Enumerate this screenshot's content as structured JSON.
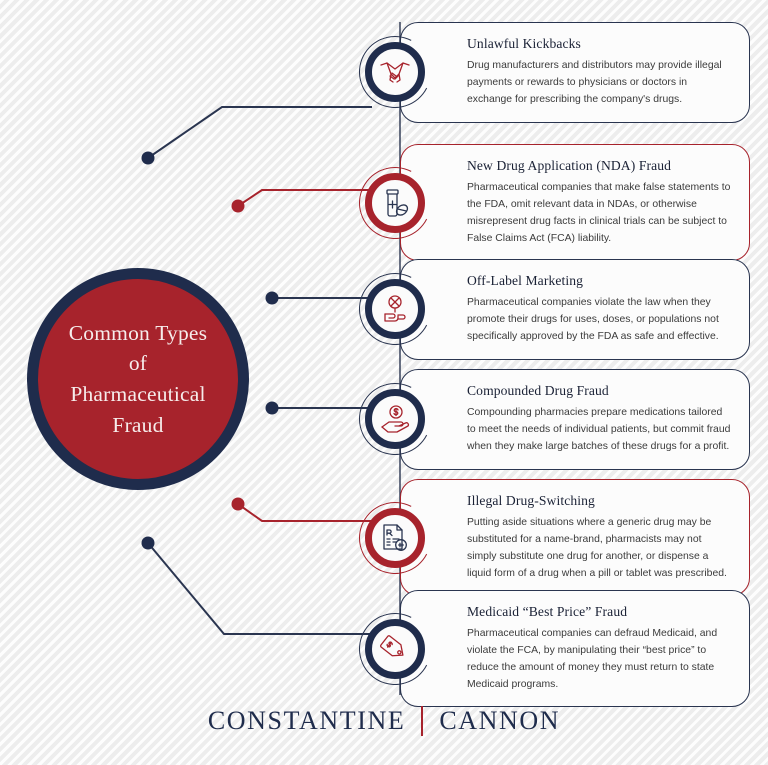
{
  "colors": {
    "navy": "#1f2c4c",
    "red": "#a7232c",
    "background": "#f4f4f4",
    "card_background": "#fcfcfc",
    "title_text": "#1a2135",
    "body_text": "#3b3b3b",
    "hub_text": "#f6eceb"
  },
  "hub": {
    "title": "Common Types\nof\nPharmaceutical\nFraud"
  },
  "cards": [
    {
      "title": "Unlawful Kickbacks",
      "body": "Drug manufacturers and distributors may provide illegal payments or rewards to physicians or doctors in exchange for prescribing the company's drugs.",
      "accent": "navy",
      "icon": "handshake-icon"
    },
    {
      "title": "New Drug Application (NDA) Fraud",
      "body": "Pharmaceutical companies that make false statements to the FDA, omit relevant data in NDAs, or otherwise misrepresent drug facts in clinical trials can be subject to False Claims Act (FCA) liability.",
      "accent": "red",
      "icon": "pill-bottle-icon"
    },
    {
      "title": "Off-Label Marketing",
      "body": "Pharmaceutical companies violate the law when they promote their drugs for uses, doses, or populations not specifically approved by the FDA as safe and effective.",
      "accent": "navy",
      "icon": "hand-holding-blocked-pill-icon"
    },
    {
      "title": "Compounded Drug Fraud",
      "body": "Compounding pharmacies prepare medications tailored to meet the needs of individual patients, but commit fraud when they make large batches of these drugs for a profit.",
      "accent": "navy",
      "icon": "hand-holding-dollar-coin-icon"
    },
    {
      "title": "Illegal Drug-Switching",
      "body": "Putting aside situations where a generic drug may be substituted for a name-brand, pharmacists may not simply substitute one drug for another, or dispense a liquid form of a drug when a pill or tablet was prescribed.",
      "accent": "red",
      "icon": "prescription-document-icon"
    },
    {
      "title": "Medicaid “Best Price” Fraud",
      "body": "Pharmaceutical companies can defraud Medicaid, and violate the FCA, by manipulating their “best price” to reduce the amount of money they must return to state Medicaid programs.",
      "accent": "navy",
      "icon": "price-tag-icon"
    }
  ],
  "footer": {
    "word_one": "CONSTANTINE",
    "word_two": "CANNON"
  }
}
